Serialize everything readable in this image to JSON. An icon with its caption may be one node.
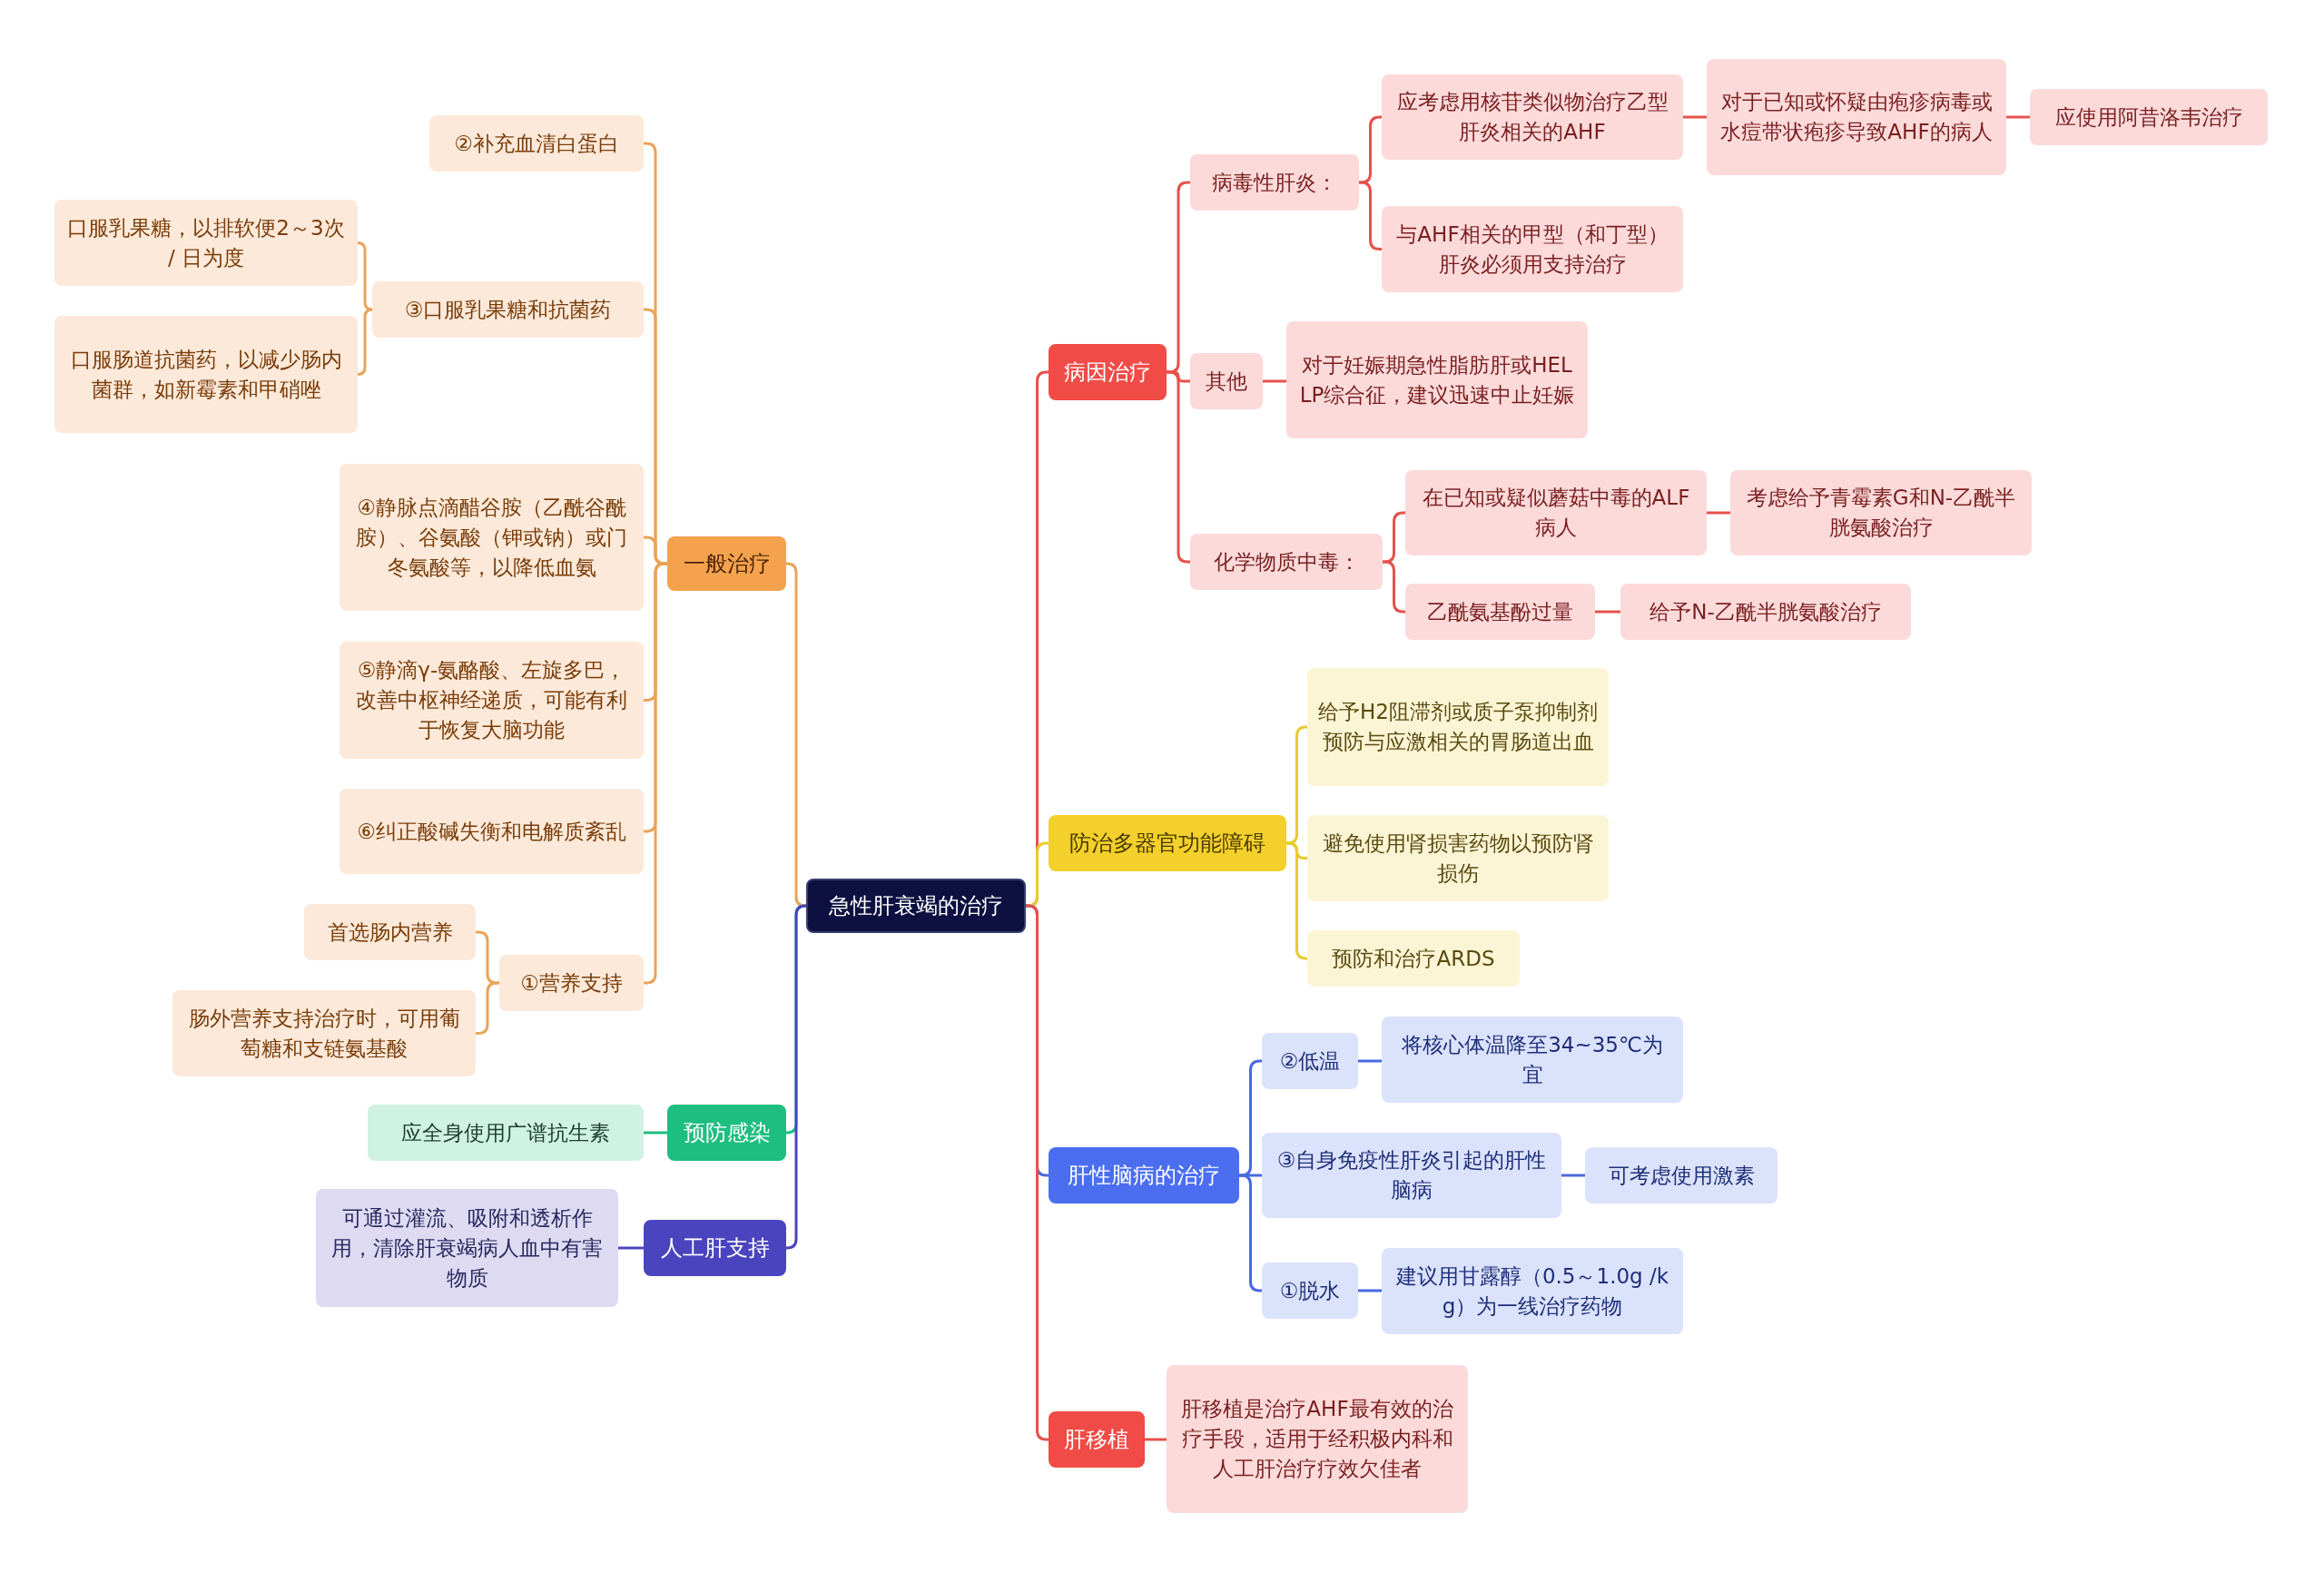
{
  "diagram": {
    "nodes": [
      {
        "text": [
          "急性肝衰竭的治疗"
        ]
      },
      {
        "text": [
          "一般治疗"
        ]
      },
      {
        "text": [
          "②补充血清白蛋白"
        ]
      },
      {
        "text": [
          "③口服乳果糖和抗菌药"
        ]
      },
      {
        "text": [
          "口服乳果糖，以排软便2～3次 / 日为度"
        ]
      },
      {
        "text": [
          "口服肠道抗菌药，以减少肠内菌群，如新霉素和甲硝唑"
        ]
      },
      {
        "text": [
          "④静脉点滴醋谷胺（乙酰谷酰胺）、谷氨酸（钾或钠）或门冬氨酸等，以降低血氨"
        ]
      },
      {
        "text": [
          "⑤静滴γ-氨酪酸、左旋多巴，改善中枢神经递质，可能有利于恢复大脑功能"
        ]
      },
      {
        "text": [
          "⑥纠正酸碱失衡和电解质紊乱"
        ]
      },
      {
        "text": [
          "①营养支持"
        ]
      },
      {
        "text": [
          "首选肠内营养"
        ]
      },
      {
        "text": [
          "肠外营养支持治疗时，可用葡萄糖和支链氨基酸"
        ]
      },
      {
        "text": [
          "预防感染"
        ]
      },
      {
        "text": [
          "应全身使用广谱抗生素"
        ]
      },
      {
        "text": [
          "人工肝支持"
        ]
      },
      {
        "text": [
          "可通过灌流、吸附和透析作用，清除肝衰竭病人血中有害物质"
        ]
      },
      {
        "text": [
          "病因治疗"
        ]
      },
      {
        "text": [
          "病毒性肝炎："
        ]
      },
      {
        "text": [
          "应考虑用核苷类似物治疗乙型肝炎相关的AHF"
        ]
      },
      {
        "text": [
          "对于已知或怀疑由疱疹病毒或水痘带状疱疹导致AHF的病人"
        ]
      },
      {
        "text": [
          "应使用阿昔洛韦治疗"
        ]
      },
      {
        "text": [
          "与AHF相关的甲型（和丁型）肝炎必须用支持治疗"
        ]
      },
      {
        "text": [
          "其他"
        ]
      },
      {
        "text": [
          "对于妊娠期急性脂肪肝或HELLP综合征，建议迅速中止妊娠"
        ]
      },
      {
        "text": [
          "化学物质中毒："
        ]
      },
      {
        "text": [
          "在已知或疑似蘑菇中毒的ALF病人"
        ]
      },
      {
        "text": [
          "考虑给予青霉素G和N-乙酰半胱氨酸治疗"
        ]
      },
      {
        "text": [
          "乙酰氨基酚过量"
        ]
      },
      {
        "text": [
          "给予N-乙酰半胱氨酸治疗"
        ]
      },
      {
        "text": [
          "防治多器官功能障碍"
        ]
      },
      {
        "text": [
          "给予H2阻滞剂或质子泵抑制剂预防与应激相关的胃肠道出血"
        ]
      },
      {
        "text": [
          "避免使用肾损害药物以预防肾损伤"
        ]
      },
      {
        "text": [
          "预防和治疗ARDS"
        ]
      },
      {
        "text": [
          "肝性脑病的治疗"
        ]
      },
      {
        "text": [
          "②低温"
        ]
      },
      {
        "text": [
          "将核心体温降至34~35℃为宜"
        ]
      },
      {
        "text": [
          "③自身免疫性肝炎引起的肝性脑病"
        ]
      },
      {
        "text": [
          "可考虑使用激素"
        ]
      },
      {
        "text": [
          "①脱水"
        ]
      },
      {
        "text": [
          "建议用甘露醇（0.5～1.0g /kg）为一线治疗药物"
        ]
      },
      {
        "text": [
          "肝移植"
        ]
      },
      {
        "text": [
          "肝移植是治疗AHF最有效的治疗手段，适用于经积极内科和人工肝治疗疗效欠佳者"
        ]
      }
    ],
    "edges": [
      {
        "from": 0,
        "to": 1,
        "arrow": "none",
        "color": "#eaa45a"
      },
      {
        "from": 1,
        "to": 2,
        "arrow": "none",
        "color": "#eaa45a"
      },
      {
        "from": 1,
        "to": 3,
        "arrow": "none",
        "color": "#eaa45a"
      },
      {
        "from": 3,
        "to": 4,
        "arrow": "none",
        "color": "#eaa45a"
      },
      {
        "from": 3,
        "to": 5,
        "arrow": "none",
        "color": "#eaa45a"
      },
      {
        "from": 1,
        "to": 6,
        "arrow": "none",
        "color": "#eaa45a"
      },
      {
        "from": 1,
        "to": 7,
        "arrow": "none",
        "color": "#eaa45a"
      },
      {
        "from": 1,
        "to": 8,
        "arrow": "none",
        "color": "#eaa45a"
      },
      {
        "from": 1,
        "to": 9,
        "arrow": "none",
        "color": "#eaa45a"
      },
      {
        "from": 9,
        "to": 10,
        "arrow": "none",
        "color": "#eaa45a"
      },
      {
        "from": 9,
        "to": 11,
        "arrow": "none",
        "color": "#eaa45a"
      },
      {
        "from": 0,
        "to": 12,
        "arrow": "none",
        "color": "#1ebe80"
      },
      {
        "from": 12,
        "to": 13,
        "arrow": "none",
        "color": "#1ebe80"
      },
      {
        "from": 0,
        "to": 14,
        "arrow": "none",
        "color": "#4b44bf"
      },
      {
        "from": 14,
        "to": 15,
        "arrow": "none",
        "color": "#4b44bf"
      },
      {
        "from": 0,
        "to": 16,
        "arrow": "none"
      },
      {
        "from": 16,
        "to": 17,
        "arrow": "none"
      },
      {
        "from": 17,
        "to": 18,
        "arrow": "none"
      },
      {
        "from": 18,
        "to": 19,
        "arrow": "none"
      },
      {
        "from": 19,
        "to": 20,
        "arrow": "none"
      },
      {
        "from": 17,
        "to": 21,
        "arrow": "none"
      },
      {
        "from": 16,
        "to": 22,
        "arrow": "none"
      },
      {
        "from": 22,
        "to": 23,
        "arrow": "none"
      },
      {
        "from": 16,
        "to": 24,
        "arrow": "none"
      },
      {
        "from": 24,
        "to": 25,
        "arrow": "none"
      },
      {
        "from": 25,
        "to": 26,
        "arrow": "none"
      },
      {
        "from": 24,
        "to": 27,
        "arrow": "none"
      },
      {
        "from": 27,
        "to": 28,
        "arrow": "none"
      },
      {
        "from": 0,
        "to": 29,
        "arrow": "none",
        "color": "#e8cc30"
      },
      {
        "from": 29,
        "to": 30,
        "arrow": "none",
        "color": "#e8cc30"
      },
      {
        "from": 29,
        "to": 31,
        "arrow": "none",
        "color": "#e8cc30"
      },
      {
        "from": 29,
        "to": 32,
        "arrow": "none",
        "color": "#e8cc30"
      },
      {
        "from": 0,
        "to": 33,
        "arrow": "none",
        "color": "#4a68e0"
      },
      {
        "from": 33,
        "to": 34,
        "arrow": "none",
        "color": "#4a68e0"
      },
      {
        "from": 34,
        "to": 35,
        "arrow": "none",
        "color": "#4a68e0"
      },
      {
        "from": 33,
        "to": 36,
        "arrow": "none",
        "color": "#4a68e0"
      },
      {
        "from": 36,
        "to": 37,
        "arrow": "none",
        "color": "#4a68e0"
      },
      {
        "from": 33,
        "to": 38,
        "arrow": "none",
        "color": "#4a68e0"
      },
      {
        "from": 38,
        "to": 39,
        "arrow": "none",
        "color": "#4a68e0"
      },
      {
        "from": 0,
        "to": 40,
        "arrow": "none"
      },
      {
        "from": 40,
        "to": 41,
        "arrow": "none"
      }
    ]
  }
}
